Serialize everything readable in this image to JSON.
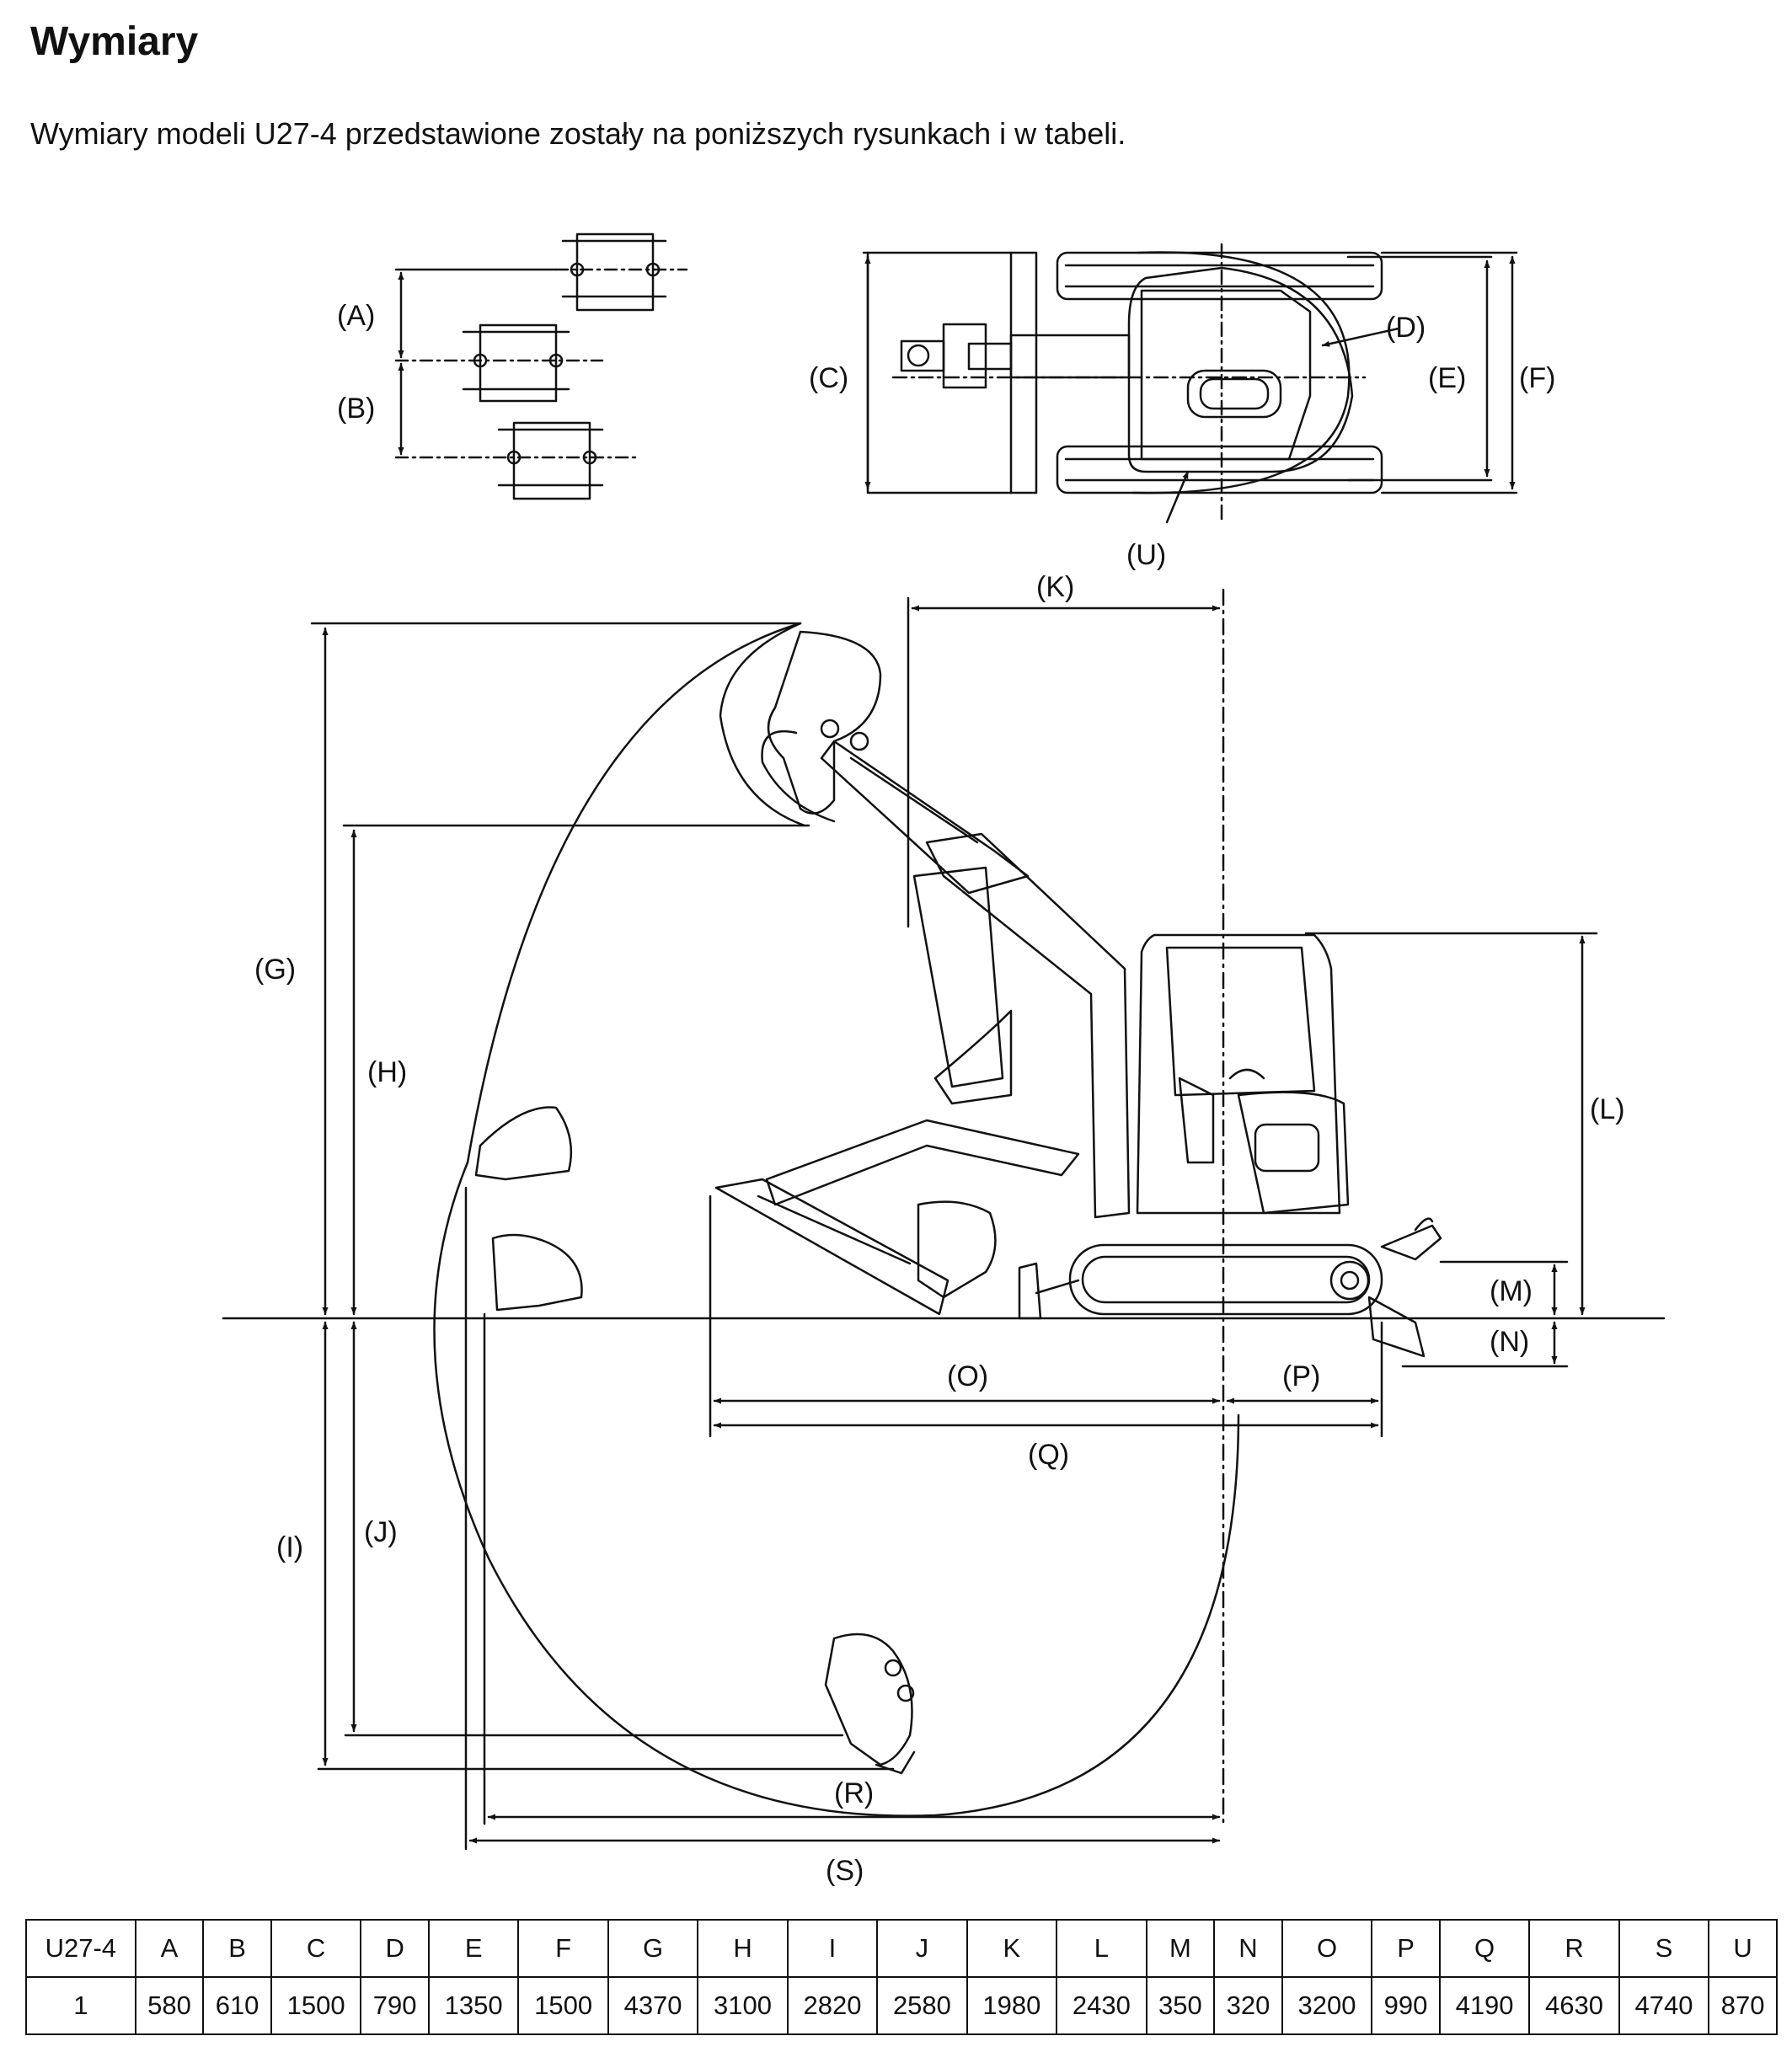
{
  "title": "Wymiary",
  "intro": "Wymiary modeli U27-4 przedstawione zostały na poniższych rysunkach i w tabeli.",
  "labels": {
    "A": "(A)",
    "B": "(B)",
    "C": "(C)",
    "D": "(D)",
    "E": "(E)",
    "F": "(F)",
    "G": "(G)",
    "H": "(H)",
    "I": "(I)",
    "J": "(J)",
    "K": "(K)",
    "L": "(L)",
    "M": "(M)",
    "N": "(N)",
    "O": "(O)",
    "P": "(P)",
    "Q": "(Q)",
    "R": "(R)",
    "S": "(S)",
    "U": "(U)"
  },
  "table": {
    "headers": [
      "U27-4",
      "A",
      "B",
      "C",
      "D",
      "E",
      "F",
      "G",
      "H",
      "I",
      "J",
      "K",
      "L",
      "M",
      "N",
      "O",
      "P",
      "Q",
      "R",
      "S",
      "U"
    ],
    "rows": [
      [
        "1",
        "580",
        "610",
        "1500",
        "790",
        "1350",
        "1500",
        "4370",
        "3100",
        "2820",
        "2580",
        "1980",
        "2430",
        "350",
        "320",
        "3200",
        "990",
        "4190",
        "4630",
        "4740",
        "870"
      ]
    ]
  }
}
